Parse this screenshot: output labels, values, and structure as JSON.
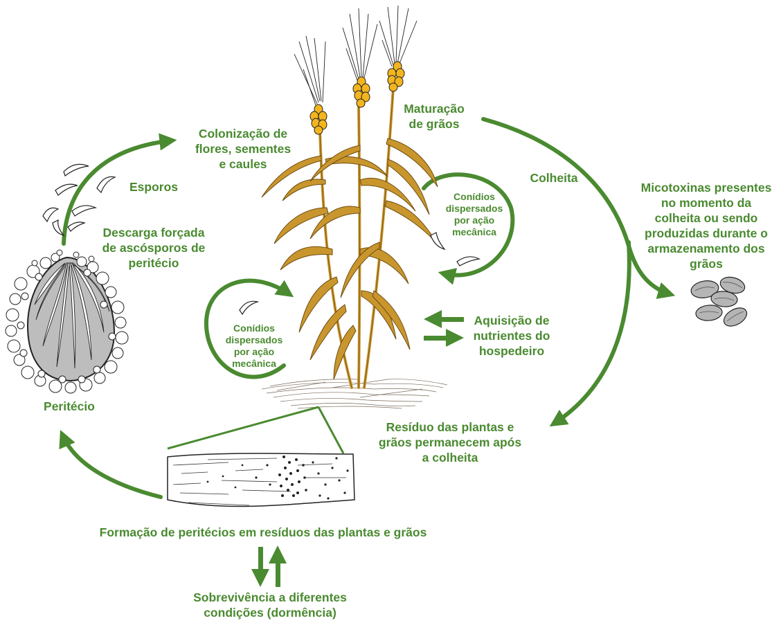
{
  "labels": {
    "colonizacao": "Colonização de\nflores, sementes\ne caules",
    "maturacao": "Maturação\nde grãos",
    "esporos": "Esporos",
    "descarga": "Descarga forçada\nde ascósporos de\nperitécio",
    "colheita": "Colheita",
    "micotoxinas": "Micotoxinas presentes\nno momento da\ncolheita ou sendo\nproduzidas durante o\narmazenamento dos\ngrãos",
    "conidios_direita": "Conídios\ndispersados\npor ação\nmecânica",
    "conidios_esquerda": "Conídios\ndispersados\npor ação\nmecânica",
    "aquisicao": "Aquisição de\nnutrientes do\nhospedeiro",
    "peritecio": "Peritécio",
    "residuo": "Resíduo das plantas e\ngrãos permanecem após\na colheita",
    "formacao": "Formação de peritécios em resíduos das plantas e grãos",
    "sobrevivencia": "Sobrevivência a diferentes\ncondições (dormência)"
  },
  "colors": {
    "arrow_green": "#4a8a30",
    "label_green": "#4a8a30",
    "wheat_gold": "#c9962e",
    "grain_yellow": "#f3b51e",
    "perithecium_gray": "#bdbdbd",
    "grain_gray": "#b5b5b5"
  }
}
